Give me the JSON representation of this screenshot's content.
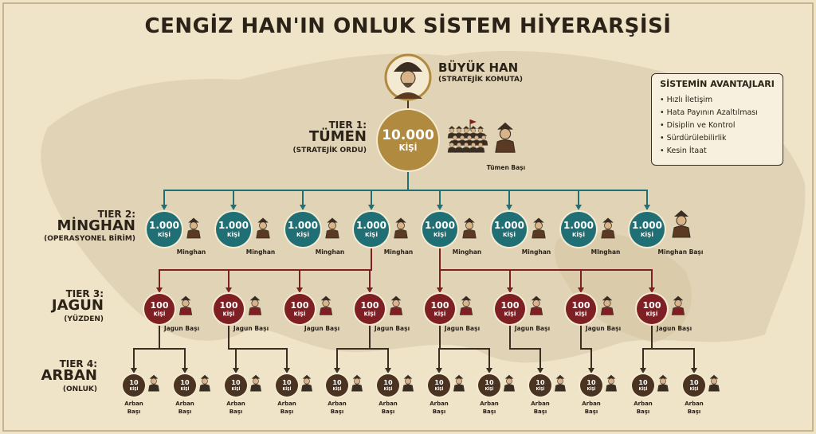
{
  "title": "CENGİZ HAN'IN ONLUK SİSTEM HİYERARŞİSİ",
  "top": {
    "name": "BÜYÜK HAN",
    "subtitle": "(STRATEJİK KOMUTA)"
  },
  "tier1": {
    "tier": "TIER 1:",
    "name": "TÜMEN",
    "subtitle": "(STRATEJİK ORDU)",
    "count": "10.000",
    "unit": "KİŞİ",
    "leader": "Tümen Başı"
  },
  "tier2": {
    "tier": "TIER 2:",
    "name": "MİNGHAN",
    "subtitle": "(OPERASYONEL BİRİM)",
    "count": "1.000",
    "unit": "KİŞİ",
    "leaders": [
      "Minghan",
      "Minghan",
      "Minghan",
      "Minghan",
      "Minghan",
      "Minghan",
      "MInghan",
      "Minghan Başı"
    ]
  },
  "tier3": {
    "tier": "TIER 3:",
    "name": "JAGUN",
    "subtitle": "(YÜZDEN)",
    "count": "100",
    "unit": "KİŞİ",
    "leaders": [
      "Jagun Başı",
      "Jagun Başı",
      "Jagun Başı",
      "Jagun Başı",
      "Jagun Başı",
      "Jagun Başı",
      "Jagun Başı",
      "Jagun Başı"
    ]
  },
  "tier4": {
    "tier": "TIER 4:",
    "name": "ARBAN",
    "subtitle": "(ONLUK)",
    "count": "10",
    "unit": "KİŞİ",
    "leader_line1": "Arban",
    "leader_line2": "Başı"
  },
  "advantages": {
    "title": "SİSTEMİN AVANTAJLARI",
    "items": [
      "• Hızlı İletişim",
      "• Hata Payının Azaltılması",
      "• Disiplin ve Kontrol",
      "• Sürdürülebilirlik",
      "• Kesin İtaat"
    ]
  },
  "colors": {
    "background": "#efe3c8",
    "map": "#dccdae",
    "gold": "#b08a3e",
    "teal": "#1f6f74",
    "maroon": "#7e1f24",
    "brown": "#4a3320",
    "ink": "#2b2218"
  },
  "icons": [
    "great-khan-portrait-icon",
    "army-group-icon",
    "warrior-icon"
  ]
}
